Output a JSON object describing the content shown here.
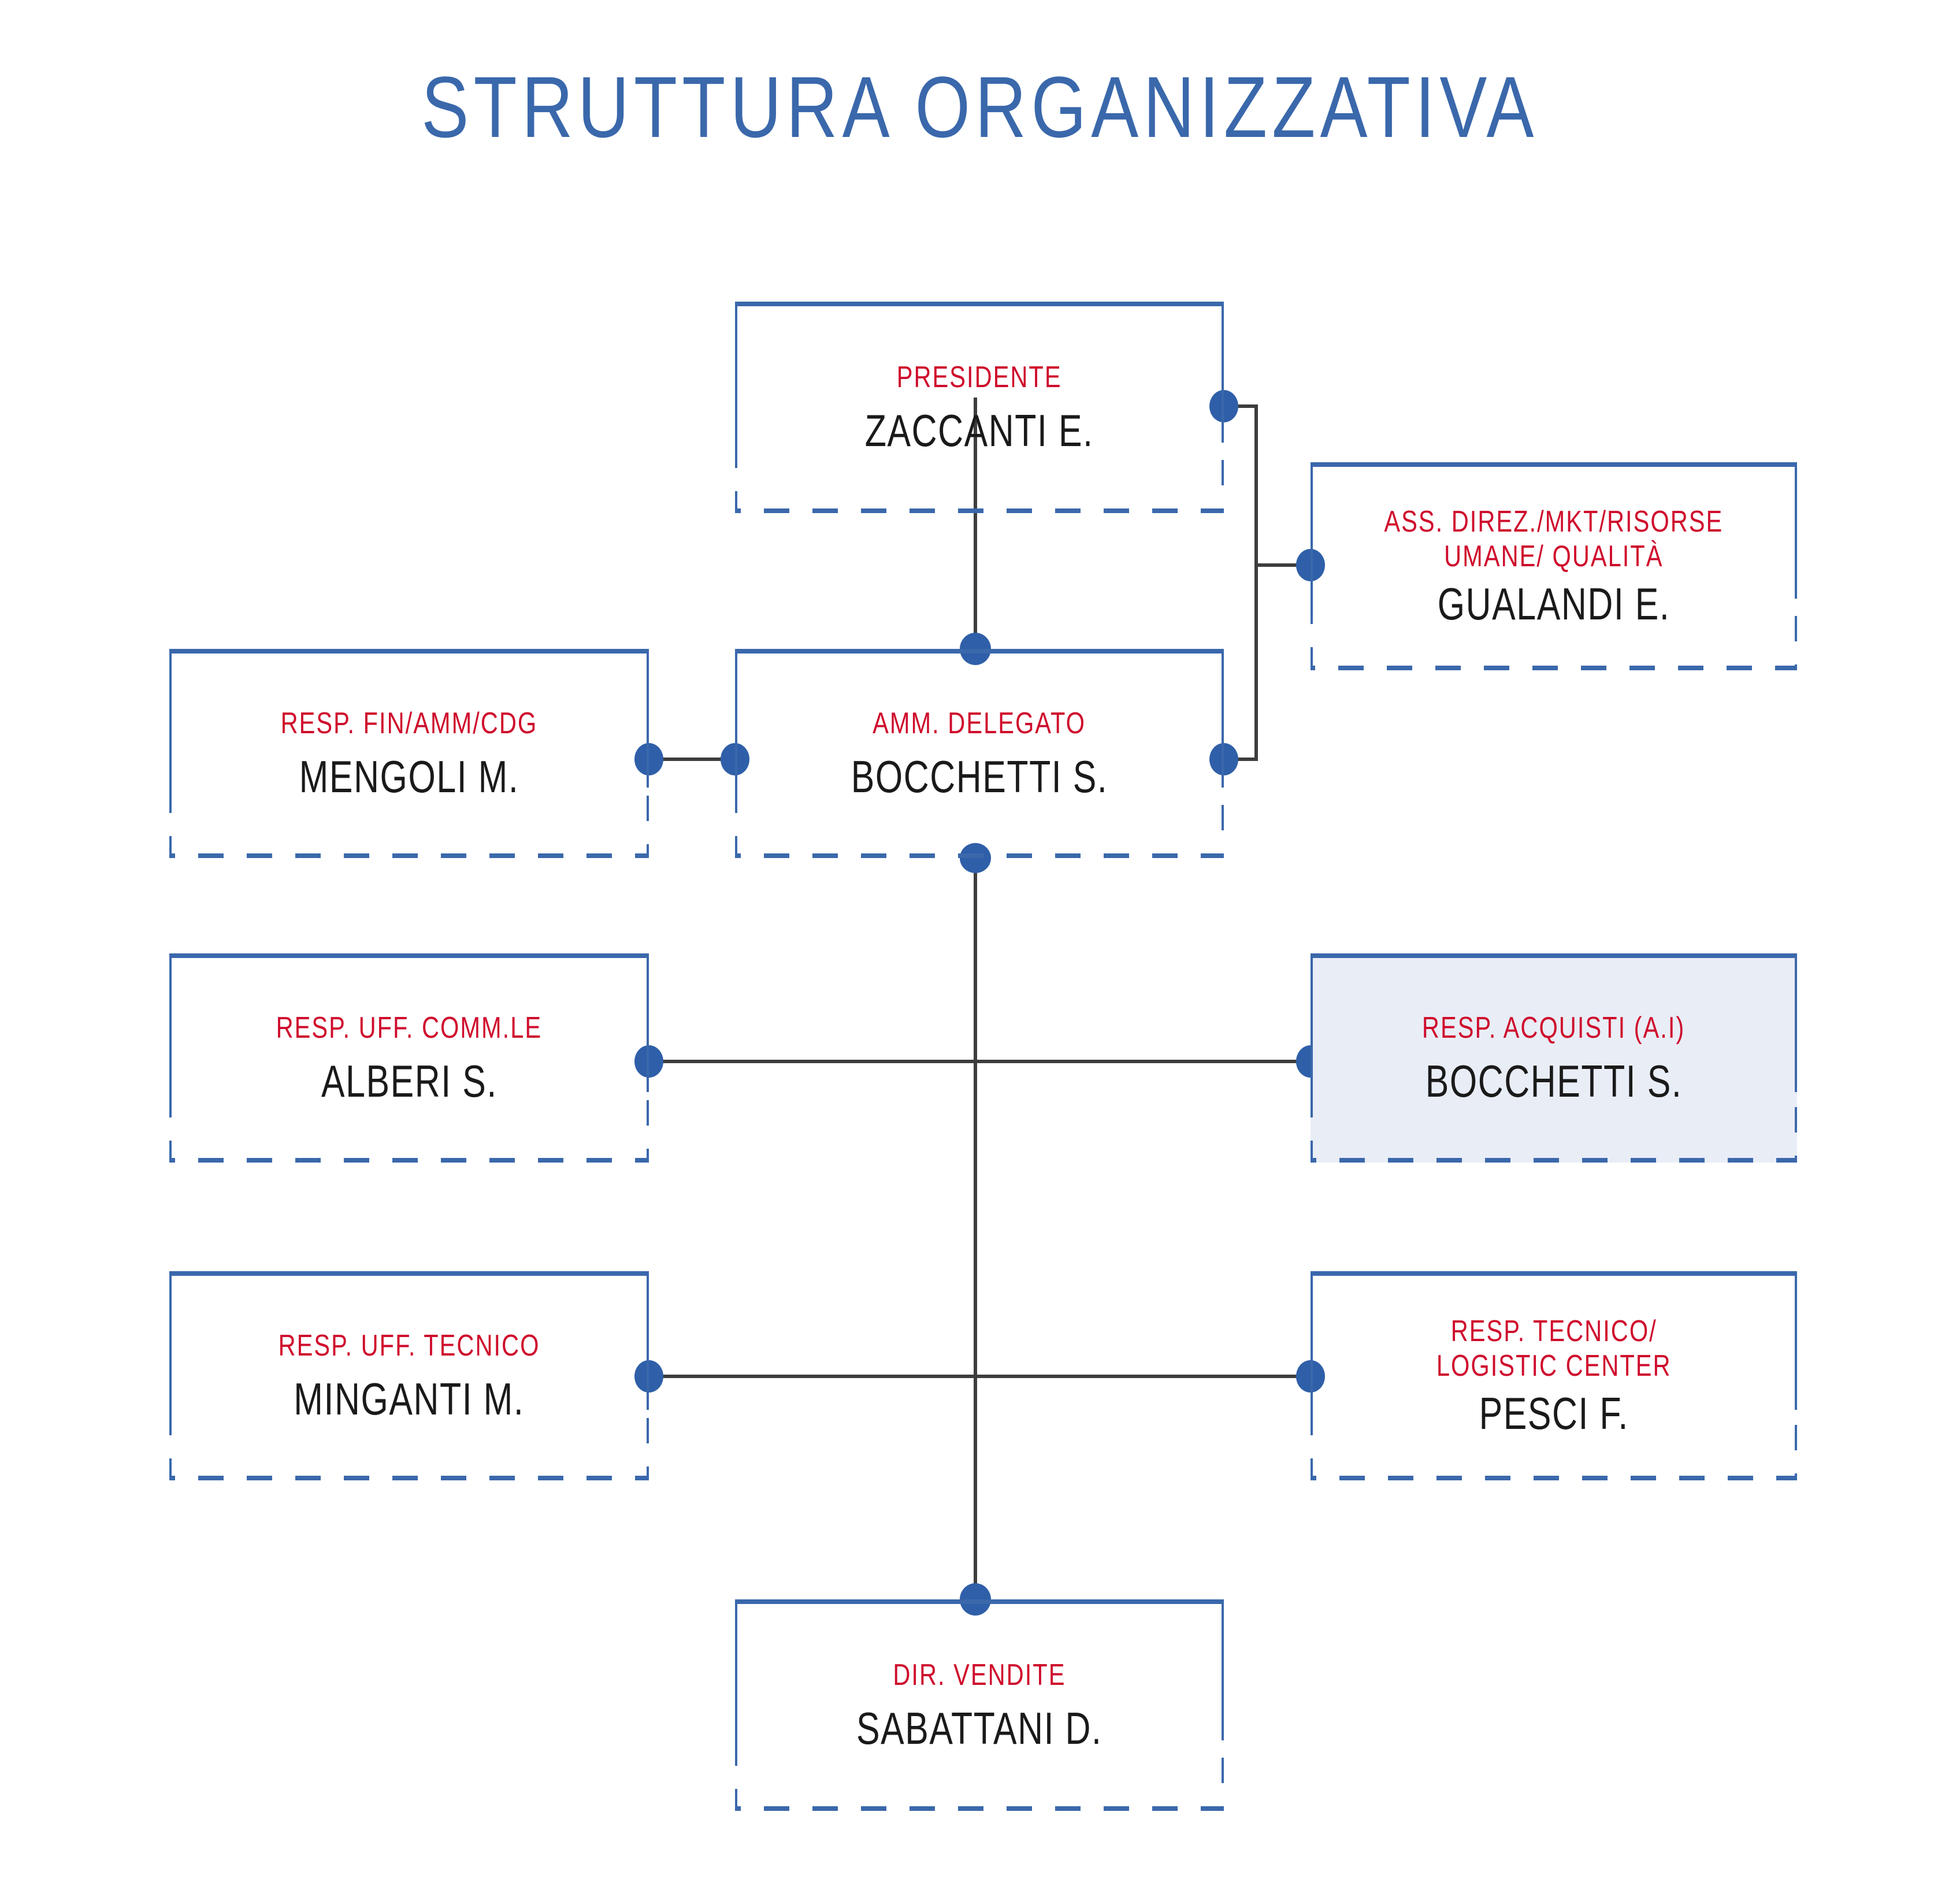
{
  "title": "STRUTTURA ORGANIZZATIVA",
  "colors": {
    "title_blue": "#3a68ab",
    "border_blue": "#3a68ab",
    "role_red": "#cf0b2c",
    "person_black": "#1a1a1a",
    "connector_gray": "#3d3d3d",
    "highlight_fill": "#e9edf6",
    "background": "#ffffff"
  },
  "nodes": [
    {
      "id": "presidente",
      "role": "PRESIDENTE",
      "person": "ZACCANTI E.",
      "highlighted": false
    },
    {
      "id": "assistente-direzione",
      "role": "ASS. DIREZ./MKT/RISORSE\nUMANE/ QUALITÀ",
      "person": "GUALANDI E.",
      "highlighted": false
    },
    {
      "id": "resp-fin-amm-cdg",
      "role": "RESP. FIN/AMM/CDG",
      "person": "MENGOLI M.",
      "highlighted": false
    },
    {
      "id": "amm-delegato",
      "role": "AMM. DELEGATO",
      "person": "BOCCHETTI S.",
      "highlighted": false
    },
    {
      "id": "resp-uff-commerciale",
      "role": "RESP. UFF. COMM.LE",
      "person": "ALBERI S.",
      "highlighted": false
    },
    {
      "id": "resp-acquisti",
      "role": "RESP. ACQUISTI (A.I)",
      "person": "BOCCHETTI S.",
      "highlighted": true
    },
    {
      "id": "resp-uff-tecnico",
      "role": "RESP. UFF. TECNICO",
      "person": "MINGANTI M.",
      "highlighted": false
    },
    {
      "id": "resp-tecnico-logistic",
      "role": "RESP. TECNICO/\nLOGISTIC CENTER",
      "person": "PESCI F.",
      "highlighted": false
    },
    {
      "id": "dir-vendite",
      "role": "DIR. VENDITE",
      "person": "SABATTANI D.",
      "highlighted": false
    }
  ]
}
